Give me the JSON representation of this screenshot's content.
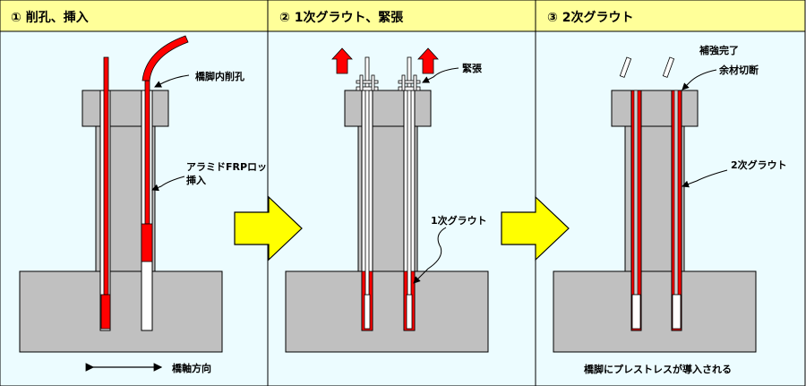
{
  "panels": [
    {
      "title": "① 削孔、挿入",
      "labels": {
        "drill": "橋脚内削孔",
        "rod": "アラミドFRPロッド",
        "insert": "挿入",
        "axis": "橋軸方向"
      }
    },
    {
      "title": "② 1次グラウト、緊張",
      "labels": {
        "tension": "緊張",
        "grout1": "1次グラウト"
      }
    },
    {
      "title": "③ 2次グラウト",
      "labels": {
        "complete": "補強完了",
        "cut": "余材切断",
        "grout2": "2次グラウト",
        "result": "橋脚にプレストレスが導入される"
      }
    }
  ],
  "colors": {
    "title_bar": "#ffff99",
    "panel_bg": "#ecfcff",
    "concrete": "#c0c0c0",
    "rod": "#ff0000",
    "arrow": "#ffff00"
  }
}
